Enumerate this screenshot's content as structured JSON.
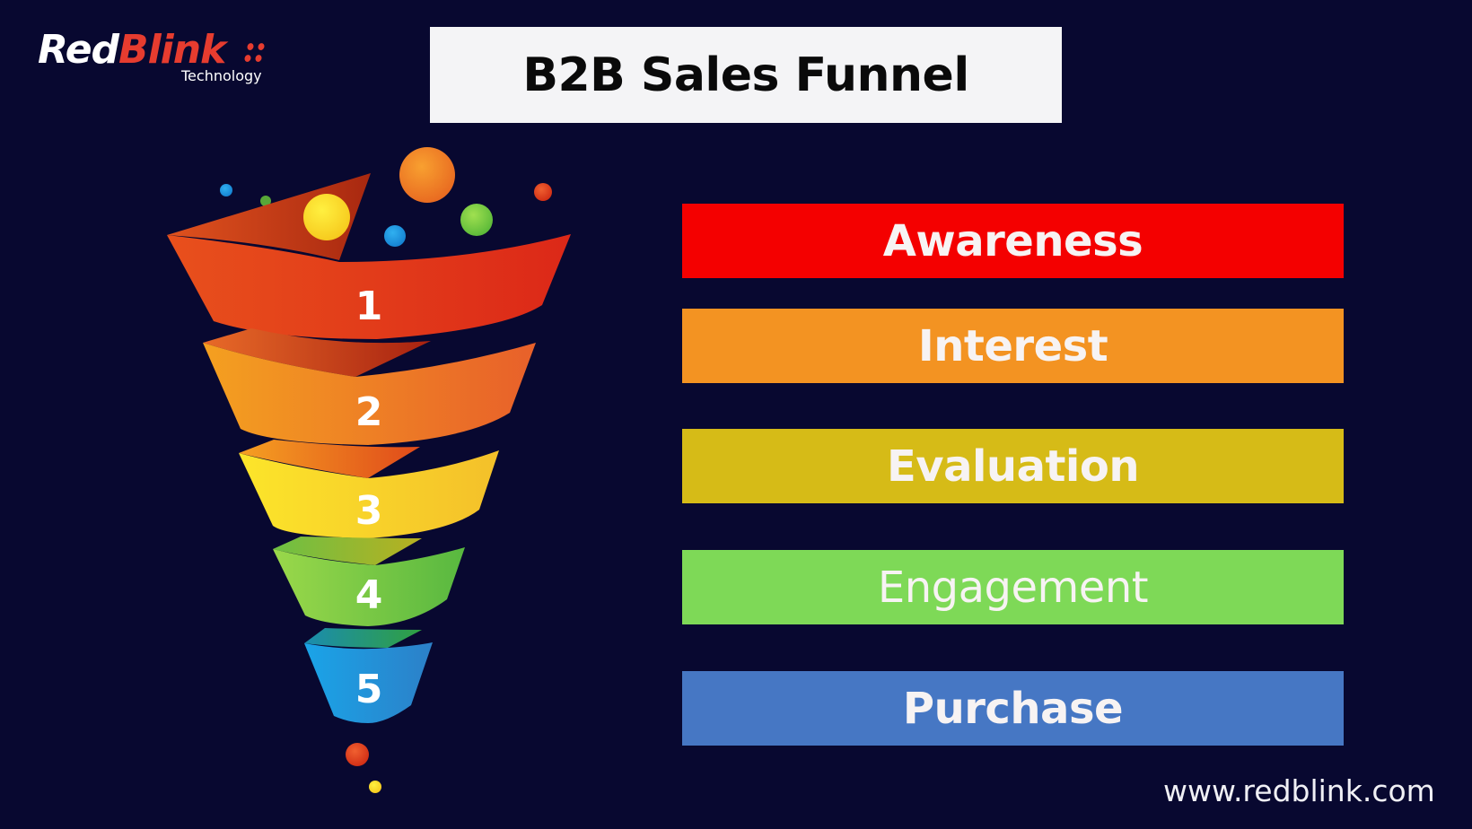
{
  "logo": {
    "word_white": "Red",
    "word_red": "Blink",
    "subtitle": "Technology",
    "colors": {
      "red": "#e63c2f",
      "white": "#ffffff"
    }
  },
  "header": {
    "title": "B2B Sales Funnel"
  },
  "funnel": {
    "levels": [
      {
        "number": "1",
        "color_start": "#e8501c",
        "color_end": "#dc2818"
      },
      {
        "number": "2",
        "color_start": "#f4a020",
        "color_end": "#e8602a"
      },
      {
        "number": "3",
        "color_start": "#fce52a",
        "color_end": "#f4c02a"
      },
      {
        "number": "4",
        "color_start": "#9ad84a",
        "color_end": "#58b840"
      },
      {
        "number": "5",
        "color_start": "#1aa4e8",
        "color_end": "#2c80c8"
      }
    ]
  },
  "stages": [
    {
      "label": "Awareness",
      "color": "#f40000",
      "weight": "bold"
    },
    {
      "label": "Interest",
      "color": "#f39322",
      "weight": "bold"
    },
    {
      "label": "Evaluation",
      "color": "#d6bb17",
      "weight": "bold"
    },
    {
      "label": "Engagement",
      "color": "#7ed957",
      "weight": "regular"
    },
    {
      "label": "Purchase",
      "color": "#4677c4",
      "weight": "bold"
    }
  ],
  "footer": {
    "url": "www.redblink.com"
  },
  "theme": {
    "background": "#080830",
    "title_box_bg": "#f4f4f6"
  }
}
